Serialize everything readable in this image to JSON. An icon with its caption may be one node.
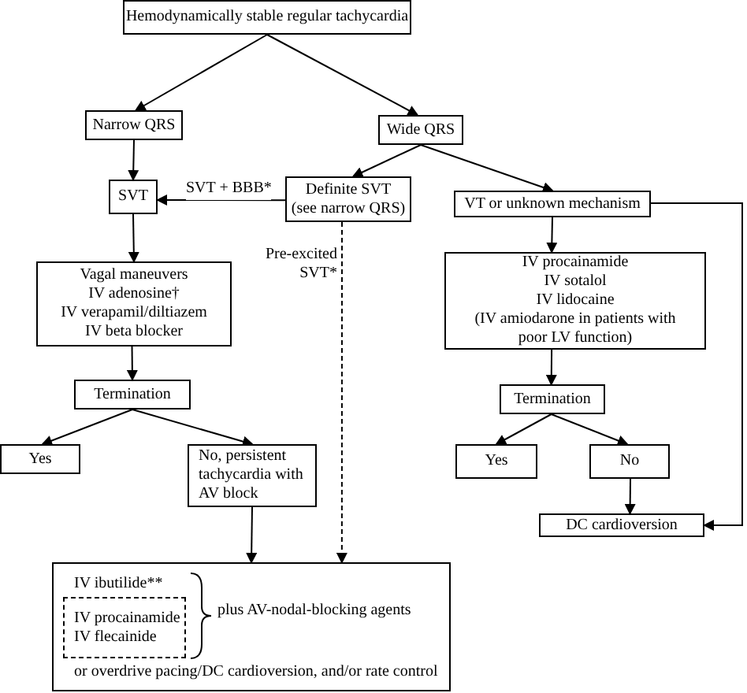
{
  "diagram": {
    "nodes": [
      {
        "text": [
          "Hemodynamically stable regular tachycardia"
        ]
      },
      {
        "text": [
          "Narrow QRS"
        ]
      },
      {
        "text": [
          "Wide QRS"
        ]
      },
      {
        "text": [
          "SVT"
        ]
      },
      {
        "text": [
          "Definite SVT",
          "(see narrow QRS)"
        ]
      },
      {
        "text": [
          "VT or unknown mechanism"
        ]
      },
      {
        "text": [
          "Vagal maneuvers",
          "IV adenosine†",
          "IV verapamil/diltiazem",
          "IV beta blocker"
        ]
      },
      {
        "text": [
          "IV procainamide",
          "IV sotalol",
          "IV lidocaine",
          "(IV amiodarone in patients with poor LV function)"
        ]
      },
      {
        "text": [
          "Termination"
        ]
      },
      {
        "text": [
          "Termination"
        ]
      },
      {
        "text": [
          "Yes"
        ]
      },
      {
        "text": [
          "No, persistent tachycardia with AV block"
        ]
      },
      {
        "text": [
          "Yes"
        ]
      },
      {
        "text": [
          "No"
        ]
      },
      {
        "text": [
          "DC cardioversion"
        ]
      },
      {
        "text": [
          "IV ibutilide**",
          "plus AV-nodal-blocking agents",
          "or overdrive pacing/DC cardioversion, and/or rate control"
        ]
      },
      {
        "text": [
          "IV procainamide",
          "IV flecainide"
        ],
        "in": 15
      }
    ],
    "edges": [
      {
        "from": 0,
        "to": 1,
        "arrow": "to"
      },
      {
        "from": 0,
        "to": 2,
        "arrow": "to"
      },
      {
        "from": 1,
        "to": 3,
        "arrow": "to"
      },
      {
        "from": 2,
        "to": 4,
        "arrow": "to"
      },
      {
        "from": 2,
        "to": 5,
        "arrow": "to"
      },
      {
        "from": 4,
        "to": 3,
        "arrow": "to",
        "label": "SVT + BBB*"
      },
      {
        "from": 3,
        "to": 6,
        "arrow": "to"
      },
      {
        "from": 4,
        "to": 15,
        "arrow": "to",
        "style": "dashed",
        "label": "Pre-excited SVT*"
      },
      {
        "from": 5,
        "to": 7,
        "arrow": "to"
      },
      {
        "from": 6,
        "to": 8,
        "arrow": "to"
      },
      {
        "from": 7,
        "to": 9,
        "arrow": "to"
      },
      {
        "from": 8,
        "to": 10,
        "arrow": "to"
      },
      {
        "from": 8,
        "to": 11,
        "arrow": "to"
      },
      {
        "from": 9,
        "to": 12,
        "arrow": "to"
      },
      {
        "from": 9,
        "to": 13,
        "arrow": "to"
      },
      {
        "from": 11,
        "to": 15,
        "arrow": "to"
      },
      {
        "from": 13,
        "to": 14,
        "arrow": "to"
      },
      {
        "from": 5,
        "to": 14,
        "arrow": "to"
      }
    ]
  }
}
